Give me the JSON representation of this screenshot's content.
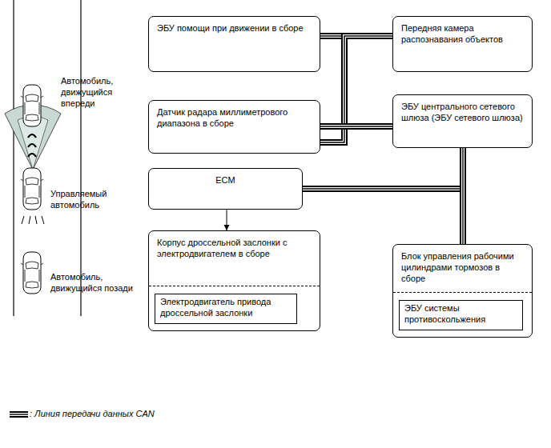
{
  "diagram": {
    "nodes": [
      {
        "text": [
          "ЭБУ помощи при движении в сборе"
        ]
      },
      {
        "text": [
          "Передняя камера распознавания объектов"
        ]
      },
      {
        "text": [
          "Датчик радара миллиметрового диапазона в сборе"
        ]
      },
      {
        "text": [
          "ЭБУ центрального сетевого шлюза (ЭБУ сетевого шлюза)"
        ]
      },
      {
        "text": [
          "ECM"
        ]
      },
      {
        "text": [
          "Корпус дроссельной заслонки с электродвигателем в сборе"
        ]
      },
      {
        "text": [
          "Электродвигатель привода дроссельной заслонки"
        ],
        "in": 5
      },
      {
        "text": [
          "Блок управления рабочими цилиндрами тормозов в сборе"
        ]
      },
      {
        "text": [
          "ЭБУ системы противоскольжения"
        ],
        "in": 7
      }
    ],
    "edges": [
      {
        "from": 0,
        "to": 1,
        "arrow": "none"
      },
      {
        "from": 0,
        "to": 2,
        "arrow": "none"
      },
      {
        "from": 2,
        "to": 1,
        "arrow": "none"
      },
      {
        "from": 2,
        "to": 3,
        "arrow": "none"
      },
      {
        "from": 4,
        "to": 3,
        "arrow": "none"
      },
      {
        "from": 4,
        "to": 7,
        "arrow": "none"
      },
      {
        "from": 7,
        "to": 3,
        "arrow": "none"
      },
      {
        "from": 4,
        "to": 5,
        "arrow": "to"
      }
    ],
    "labels": [
      "Автомобиль, движущийся впереди",
      "Управляемый автомобиль",
      "Автомобиль, движущийся позади"
    ],
    "legend": [
      {
        "text": ": Линия передачи данных CAN"
      }
    ]
  }
}
